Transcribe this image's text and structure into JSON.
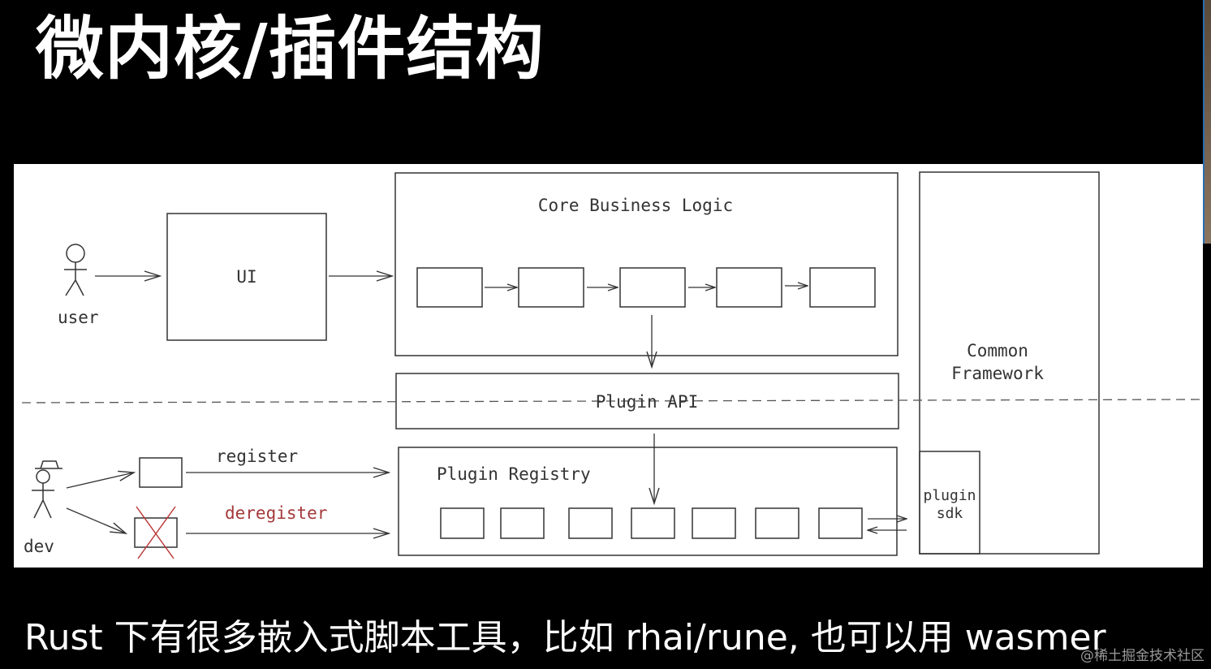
{
  "slide": {
    "title": "微内核/插件结构",
    "subtitle": "Rust 下有很多嵌入式脚本工具，比如 rhai/rune, 也可以用 wasmer",
    "watermark": "@稀土掘金技术社区"
  },
  "diagram": {
    "actors": {
      "user": "user",
      "dev": "dev"
    },
    "boxes": {
      "ui": "UI",
      "core": "Core Business Logic",
      "plugin_api": "Plugin API",
      "plugin_registry": "Plugin Registry",
      "common_framework": "Common Framework",
      "plugin_sdk": "plugin sdk"
    },
    "edges": {
      "register": "register",
      "deregister": "deregister"
    },
    "colors": {
      "stroke": "#333333",
      "deregister": "#a33a3a",
      "panel": "#ffffff",
      "slide_background": "#000000"
    },
    "icons": [
      "user-stick-figure-icon",
      "dev-stick-figure-with-hat-icon",
      "crossed-out-box-icon"
    ]
  }
}
